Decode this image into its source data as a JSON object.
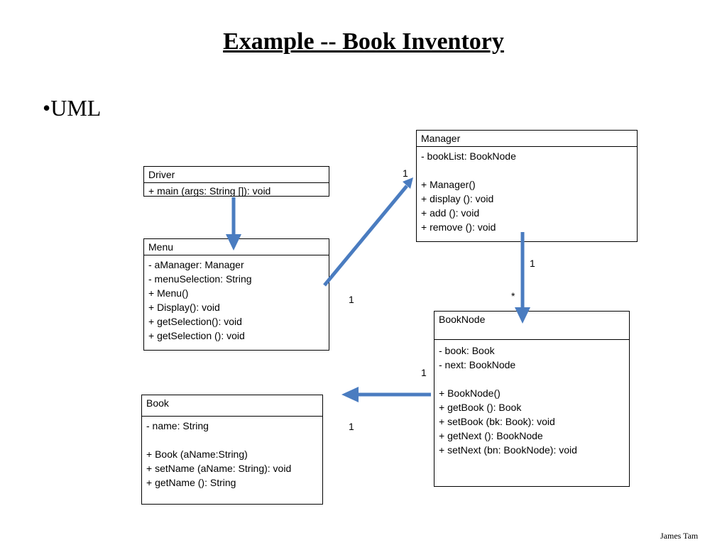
{
  "slide": {
    "title": "Example -- Book Inventory",
    "bullet": "•UML",
    "footer": "James Tam"
  },
  "classes": {
    "driver": {
      "name": "Driver",
      "methods": [
        "+ main (args: String []): void"
      ]
    },
    "menu": {
      "name": "Menu",
      "members": [
        "- aManager: Manager",
        "- menuSelection: String",
        "+ Menu()",
        "+ Display(): void",
        "+ getSelection(): void",
        "+ getSelection (): void"
      ]
    },
    "manager": {
      "name": "Manager",
      "members": [
        "- bookList: BookNode",
        "",
        "+ Manager()",
        "+ display (): void",
        "+ add (): void",
        "+ remove (): void"
      ]
    },
    "booknode": {
      "name": "BookNode",
      "members": [
        "- book: Book",
        "- next: BookNode",
        "",
        "+ BookNode()",
        "+ getBook (): Book",
        "+ setBook (bk: Book): void",
        "+ getNext (): BookNode",
        "+ setNext (bn: BookNode): void"
      ]
    },
    "book": {
      "name": "Book",
      "members": [
        "- name: String",
        "",
        "+ Book (aName:String)",
        "+ setName (aName: String): void",
        "+ getName (): String"
      ]
    }
  },
  "multiplicities": {
    "menu_manager_target": "1",
    "menu_manager_source": "1",
    "manager_booknode_source": "1",
    "manager_booknode_target": "*",
    "booknode_book_source": "1",
    "booknode_book_target": "1"
  },
  "colors": {
    "arrow": "#4a7cc0"
  }
}
